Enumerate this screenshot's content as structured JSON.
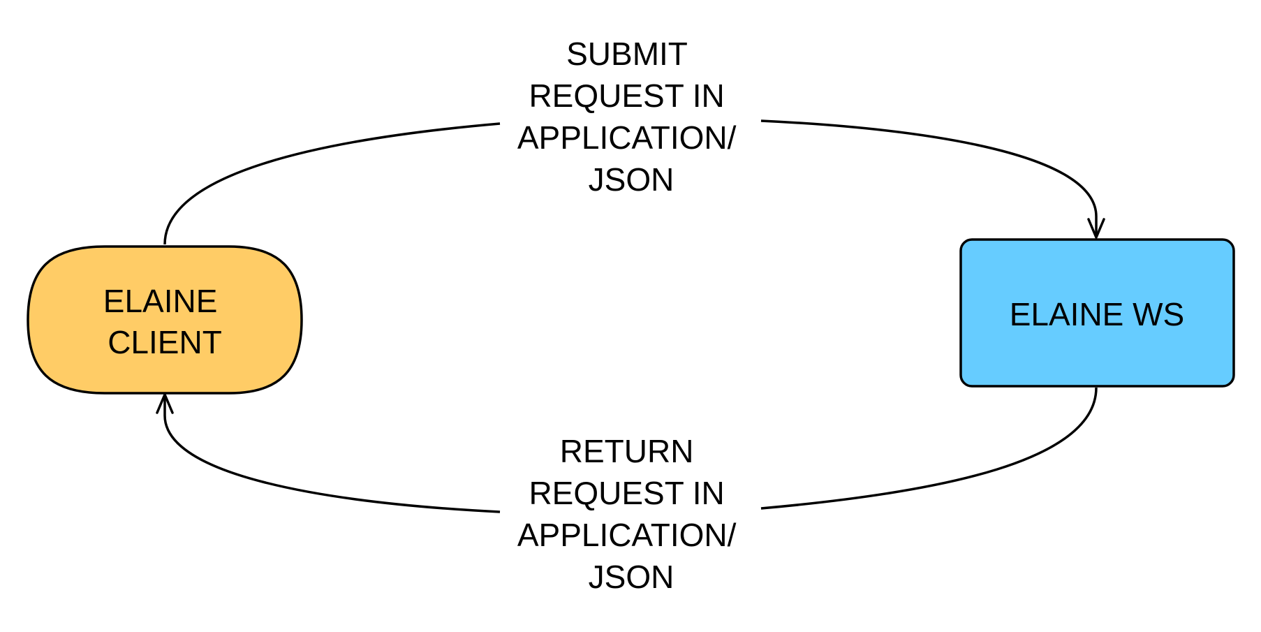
{
  "nodes": {
    "client": {
      "lines": [
        "ELAINE",
        "CLIENT"
      ],
      "fill": "#FFCC66"
    },
    "server": {
      "lines": [
        "ELAINE WS"
      ],
      "fill": "#66CCFF"
    }
  },
  "edges": {
    "submit": {
      "lines": [
        "SUBMIT",
        "REQUEST IN",
        "APPLICATION/",
        "JSON"
      ]
    },
    "return": {
      "lines": [
        "RETURN",
        "REQUEST IN",
        "APPLICATION/",
        "JSON"
      ]
    }
  },
  "stroke_color": "#000000"
}
